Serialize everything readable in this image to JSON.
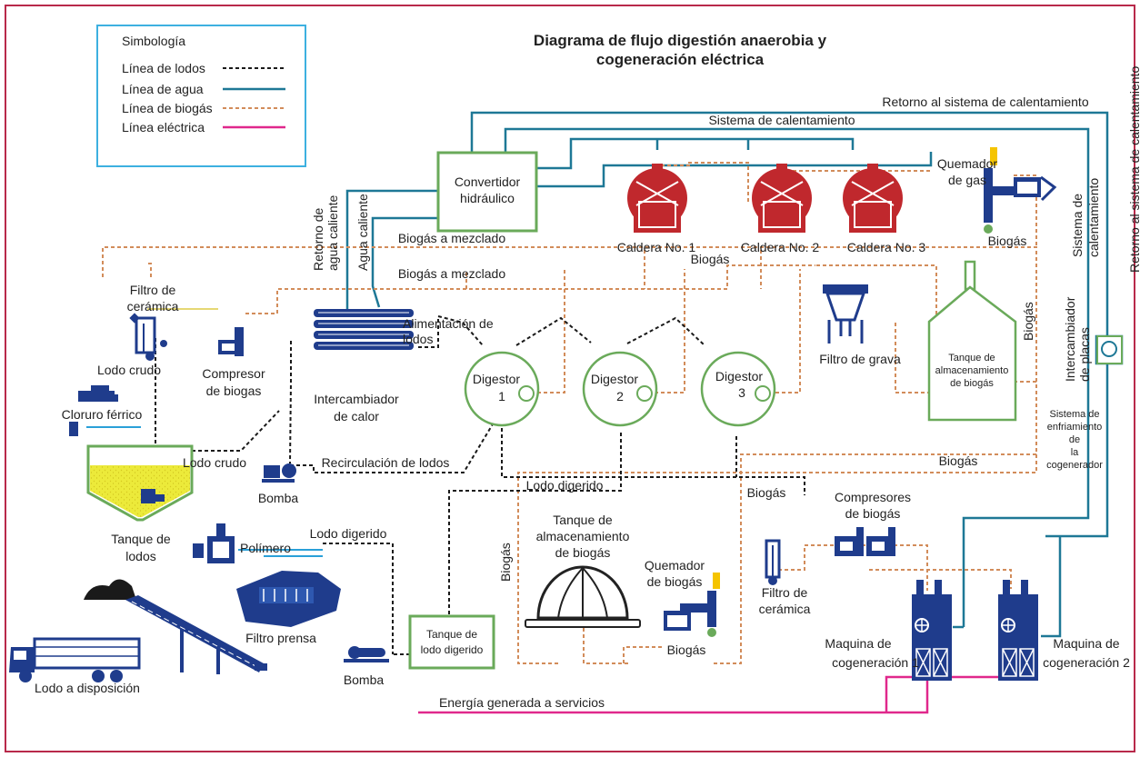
{
  "title": {
    "line1": "Diagrama de flujo digestión anaerobia y",
    "line2": "cogeneración eléctrica"
  },
  "legend": {
    "heading": "Simbología",
    "items": [
      {
        "label": "Línea de lodos",
        "color": "#1a1a1a",
        "style": "dashed"
      },
      {
        "label": "Línea de agua",
        "color": "#1e7896",
        "style": "solid"
      },
      {
        "label": "Línea de biogás",
        "color": "#d28c5a",
        "style": "dashed"
      },
      {
        "label": "Línea eléctrica",
        "color": "#e0288c",
        "style": "solid"
      }
    ]
  },
  "colors": {
    "frame": "#b8294a",
    "water": "#1e7896",
    "sludge": "#1a1a1a",
    "biogas": "#d28c5a",
    "electric": "#e0288c",
    "box": "#6aaa5a",
    "legend_border": "#3db0e0",
    "equipment": "#1f3c8c",
    "boiler": "#c0282d",
    "tank_fill": "#ecea3a",
    "flame": "#f5c400"
  },
  "labels": {
    "retorno_sistema": "Retorno al sistema de calentamiento",
    "sistema_calentamiento": "Sistema de calentamiento",
    "convertidor_1": "Convertidor",
    "convertidor_2": "hidráulico",
    "retorno_agua_1": "Retorno de",
    "retorno_agua_2": "agua caliente",
    "agua_caliente": "Agua caliente",
    "caldera_1": "Caldera No. 1",
    "caldera_2": "Caldera No. 2",
    "caldera_3": "Caldera No. 3",
    "quemador_gas_1": "Quemador",
    "quemador_gas_2": "de gas",
    "biogas": "Biogás",
    "biogas_mezclado": "Biogás a mezclado",
    "filtro_ceramica_1": "Filtro de",
    "filtro_ceramica_2": "cerámica",
    "lodo_crudo": "Lodo crudo",
    "compresor_1": "Compresor",
    "compresor_2": "de biogas",
    "alimentacion_1": "Alimentación de",
    "alimentacion_2": "lodos",
    "digestor_1": "Digestor",
    "digestor_1n": "1",
    "digestor_2": "Digestor",
    "digestor_2n": "2",
    "digestor_3": "Digestor",
    "digestor_3n": "3",
    "filtro_grava": "Filtro de grava",
    "tanque_alm_1": "Tanque de",
    "tanque_alm_2": "almacenamiento",
    "tanque_alm_3": "de biogás",
    "intercambiador_placas_1": "Intercambiador",
    "intercambiador_placas_2": "de placas",
    "sistema_cal_v_1": "Sistema de",
    "sistema_cal_v_2": "calentamiento",
    "retorno_v": "Retorno al sistema de calentamiento",
    "cloruro": "Cloruro férrico",
    "intercambiador_calor_1": "Intercambiador",
    "intercambiador_calor_2": "de calor",
    "recirculacion": "Recirculación de lodos",
    "bomba": "Bomba",
    "lodo_digerido": "Lodo digerido",
    "tanque_lodos_1": "Tanque de",
    "tanque_lodos_2": "lodos",
    "enfriamiento_1": "Sistema de",
    "enfriamiento_2": "enfriamiento",
    "enfriamiento_3": "de",
    "enfriamiento_4": "la",
    "enfriamiento_5": "cogenerador",
    "polimero": "Polímero",
    "tanque_alm_biogas_1": "Tanque de",
    "tanque_alm_biogas_2": "almacenamiento",
    "tanque_alm_biogas_3": "de biogás",
    "quemador_biogas_1": "Quemador",
    "quemador_biogas_2": "de biogás",
    "compresores_1": "Compresores",
    "compresores_2": "de biogás",
    "filtro_prensa": "Filtro prensa",
    "tanque_digerido_1": "Tanque de",
    "tanque_digerido_2": "lodo digerido",
    "maquina1_1": "Maquina de",
    "maquina1_2": "cogeneración 1",
    "maquina2_1": "Maquina de",
    "maquina2_2": "cogeneración 2",
    "lodo_disposicion": "Lodo a disposición",
    "energia": "Energía generada a servicios"
  }
}
